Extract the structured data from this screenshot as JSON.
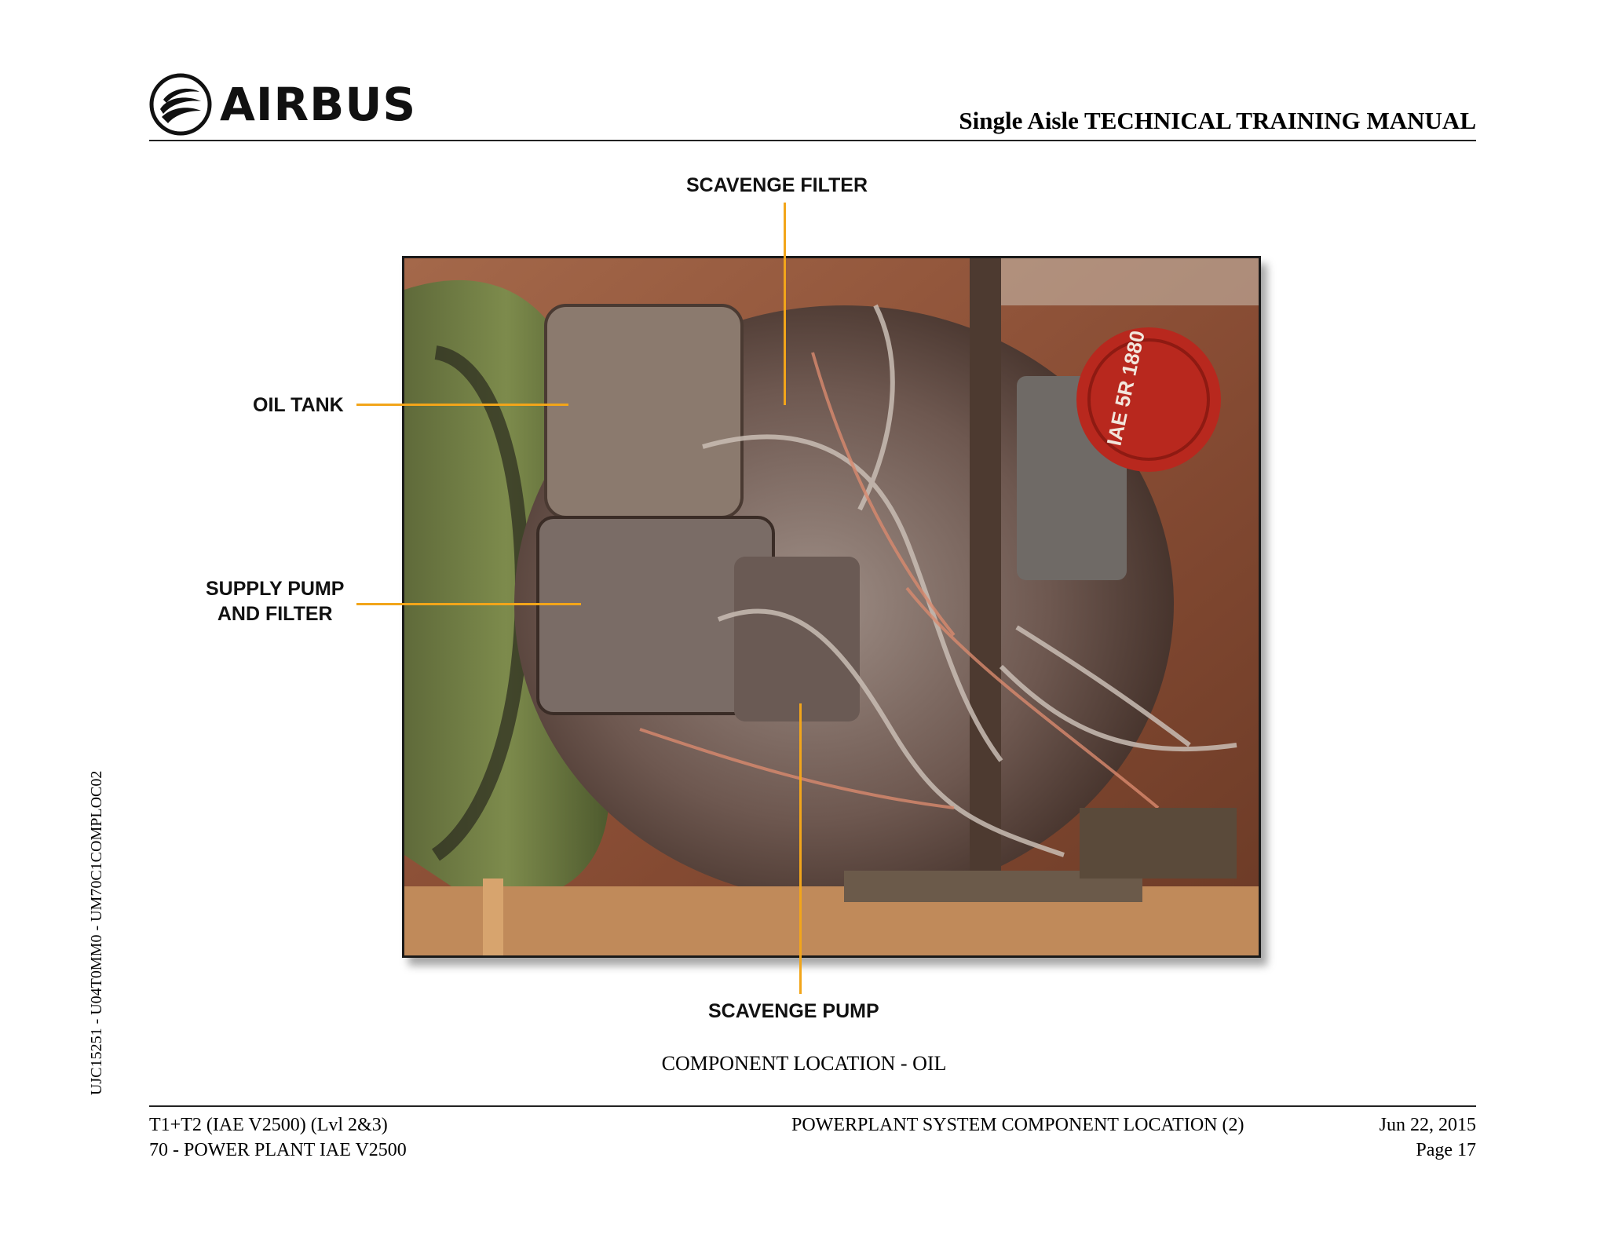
{
  "header": {
    "logo_text": "AIRBUS",
    "manual_title": "Single Aisle TECHNICAL TRAINING MANUAL"
  },
  "side_code": "UJC15251 - U04T0MM0 - UM70C1COMPLOC02",
  "figure": {
    "callouts": {
      "scavenge_filter": "SCAVENGE FILTER",
      "oil_tank": "OIL TANK",
      "supply_pump_line1": "SUPPLY PUMP",
      "supply_pump_line2": "AND FILTER",
      "scavenge_pump": "SCAVENGE PUMP"
    },
    "cap_marking": "IAE 5R 1880",
    "caption": "COMPONENT LOCATION - OIL"
  },
  "footer": {
    "course": "T1+T2 (IAE V2500) (Lvl 2&3)",
    "chapter": "70 - POWER PLANT IAE V2500",
    "section": "POWERPLANT SYSTEM COMPONENT LOCATION (2)",
    "date": "Jun 22, 2015",
    "page": "Page 17"
  },
  "colors": {
    "callout_line": "#f2a51a",
    "rule": "#222222"
  }
}
